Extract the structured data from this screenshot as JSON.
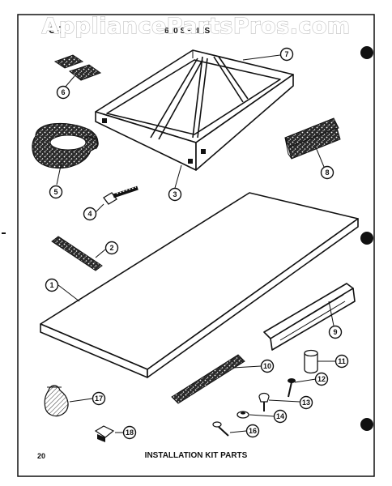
{
  "watermark": "AppliancePartsPros.com",
  "header": {
    "series_label": "600 SERIES",
    "model_fragment": "C-7"
  },
  "footer": {
    "page_number": "20",
    "title": "INSTALLATION KIT PARTS"
  },
  "callouts": [
    {
      "id": "1",
      "label": "1"
    },
    {
      "id": "2",
      "label": "2"
    },
    {
      "id": "3",
      "label": "3"
    },
    {
      "id": "4",
      "label": "4"
    },
    {
      "id": "5",
      "label": "5"
    },
    {
      "id": "6",
      "label": "6"
    },
    {
      "id": "7",
      "label": "7"
    },
    {
      "id": "8",
      "label": "8"
    },
    {
      "id": "9",
      "label": "9"
    },
    {
      "id": "10",
      "label": "10"
    },
    {
      "id": "11",
      "label": "11"
    },
    {
      "id": "12",
      "label": "12"
    },
    {
      "id": "13",
      "label": "13"
    },
    {
      "id": "14",
      "label": "14"
    },
    {
      "id": "16",
      "label": "16"
    },
    {
      "id": "17",
      "label": "17"
    },
    {
      "id": "18",
      "label": "18"
    }
  ]
}
